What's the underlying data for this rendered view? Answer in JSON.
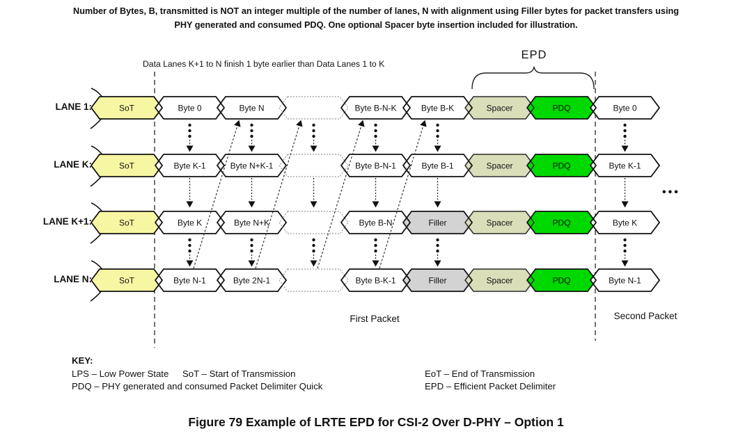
{
  "header": {
    "title": "Number of Bytes, B, transmitted is NOT an integer multiple of the number of lanes, N with alignment using Filler bytes for packet transfers using\nPHY generated and consumed PDQ. One optional Spacer byte insertion included for illustration."
  },
  "annotations": {
    "lanes_note": "Data Lanes K+1 to N finish 1 byte earlier than Data Lanes 1 to K",
    "epd": "EPD",
    "first_packet": "First Packet",
    "second_packet": "Second Packet",
    "more_lanes_ellipsis": "•••"
  },
  "colors": {
    "sot": "#F7F6A2",
    "spacer": "#DADEB9",
    "pdq": "#00D900",
    "filler": "#D3D3D3",
    "byte": "#FFFFFF"
  },
  "lanes": [
    {
      "label": "LANE 1:",
      "cells": [
        {
          "text": "SoT",
          "type": "sot"
        },
        {
          "text": "Byte 0",
          "type": "byte"
        },
        {
          "text": "Byte N",
          "type": "byte"
        },
        {
          "text": "",
          "type": "gap"
        },
        {
          "text": "Byte B-N-K",
          "type": "byte"
        },
        {
          "text": "Byte B-K",
          "type": "byte"
        },
        {
          "text": "Spacer",
          "type": "spacer"
        },
        {
          "text": "PDQ",
          "type": "pdq"
        },
        {
          "text": "Byte 0",
          "type": "byte"
        }
      ]
    },
    {
      "label": "LANE K:",
      "cells": [
        {
          "text": "SoT",
          "type": "sot"
        },
        {
          "text": "Byte K-1",
          "type": "byte"
        },
        {
          "text": "Byte N+K-1",
          "type": "byte"
        },
        {
          "text": "",
          "type": "gap"
        },
        {
          "text": "Byte B-N-1",
          "type": "byte"
        },
        {
          "text": "Byte B-1",
          "type": "byte"
        },
        {
          "text": "Spacer",
          "type": "spacer"
        },
        {
          "text": "PDQ",
          "type": "pdq"
        },
        {
          "text": "Byte K-1",
          "type": "byte"
        }
      ]
    },
    {
      "label": "LANE K+1:",
      "cells": [
        {
          "text": "SoT",
          "type": "sot"
        },
        {
          "text": "Byte K",
          "type": "byte"
        },
        {
          "text": "Byte N+K",
          "type": "byte"
        },
        {
          "text": "",
          "type": "gap"
        },
        {
          "text": "Byte B-N",
          "type": "byte"
        },
        {
          "text": "Filler",
          "type": "filler"
        },
        {
          "text": "Spacer",
          "type": "spacer"
        },
        {
          "text": "PDQ",
          "type": "pdq"
        },
        {
          "text": "Byte K",
          "type": "byte"
        }
      ]
    },
    {
      "label": "LANE N:",
      "cells": [
        {
          "text": "SoT",
          "type": "sot"
        },
        {
          "text": "Byte N-1",
          "type": "byte"
        },
        {
          "text": "Byte 2N-1",
          "type": "byte"
        },
        {
          "text": "",
          "type": "gap"
        },
        {
          "text": "Byte B-K-1",
          "type": "byte"
        },
        {
          "text": "Filler",
          "type": "filler"
        },
        {
          "text": "Spacer",
          "type": "spacer"
        },
        {
          "text": "PDQ",
          "type": "pdq"
        },
        {
          "text": "Byte N-1",
          "type": "byte"
        }
      ]
    }
  ],
  "key": {
    "heading": "KEY:",
    "entries": [
      "LPS – Low Power State",
      "SoT – Start of Transmission",
      "EoT – End of Transmission",
      "PDQ – PHY generated and consumed Packet Delimiter Quick",
      "EPD – Efficient Packet Delimiter"
    ]
  },
  "caption": "Figure 79 Example of LRTE EPD for CSI-2 Over D-PHY – Option 1"
}
